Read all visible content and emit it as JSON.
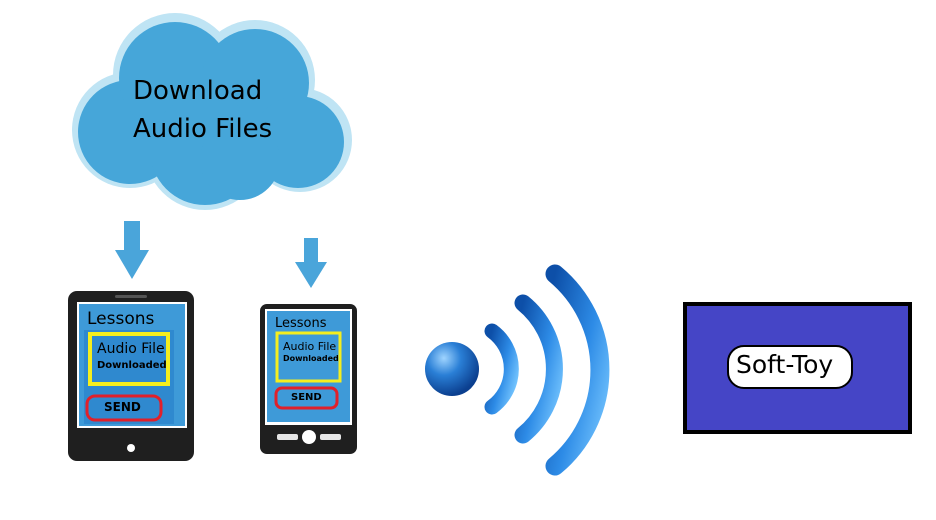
{
  "cloud": {
    "line1": "Download",
    "line2": "Audio Files"
  },
  "tablet": {
    "header": "Lessons",
    "file_title": "Audio File",
    "file_status": "Downloaded",
    "send_label": "SEND"
  },
  "phone": {
    "header": "Lessons",
    "file_title": "Audio File",
    "file_status": "Downloaded",
    "send_label": "SEND"
  },
  "toy": {
    "label": "Soft-Toy"
  },
  "colors": {
    "cloud": "#46a6d9",
    "arrow": "#4aa5da",
    "screen": "#3e9ad8",
    "highlight": "#f5ee1e",
    "send_outline": "#e0202a",
    "toy_box": "#4545c6",
    "wifi": "#1f77d2"
  }
}
